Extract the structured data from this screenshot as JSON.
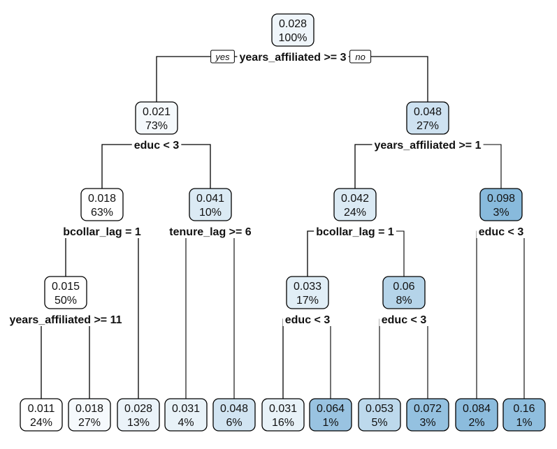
{
  "edge_labels": {
    "yes": "yes",
    "no": "no"
  },
  "nodes": [
    {
      "id": 1,
      "value": "0.028",
      "percent": "100%",
      "shade": 0.1,
      "split": "years_affiliated >= 3"
    },
    {
      "id": 2,
      "value": "0.021",
      "percent": "73%",
      "shade": 0.06,
      "split": "educ < 3"
    },
    {
      "id": 3,
      "value": "0.048",
      "percent": "27%",
      "shade": 0.3,
      "split": "years_affiliated >= 1"
    },
    {
      "id": 4,
      "value": "0.018",
      "percent": "63%",
      "shade": 0.0,
      "split": "bcollar_lag = 1"
    },
    {
      "id": 5,
      "value": "0.041",
      "percent": "10%",
      "shade": 0.22,
      "split": "tenure_lag >= 6"
    },
    {
      "id": 6,
      "value": "0.042",
      "percent": "24%",
      "shade": 0.22,
      "split": "bcollar_lag = 1"
    },
    {
      "id": 7,
      "value": "0.098",
      "percent": "3%",
      "shade": 0.72,
      "split": "educ < 3"
    },
    {
      "id": 8,
      "value": "0.015",
      "percent": "50%",
      "shade": 0.0,
      "split": "years_affiliated >= 11"
    },
    {
      "id": 12,
      "value": "0.033",
      "percent": "17%",
      "shade": 0.18,
      "split": "educ < 3"
    },
    {
      "id": 13,
      "value": "0.06",
      "percent": "8%",
      "shade": 0.45,
      "split": "educ < 3"
    },
    {
      "id": 16,
      "value": "0.011",
      "percent": "24%",
      "shade": 0.0,
      "split": ""
    },
    {
      "id": 17,
      "value": "0.018",
      "percent": "27%",
      "shade": 0.06,
      "split": ""
    },
    {
      "id": 9,
      "value": "0.028",
      "percent": "13%",
      "shade": 0.12,
      "split": ""
    },
    {
      "id": 10,
      "value": "0.031",
      "percent": "4%",
      "shade": 0.14,
      "split": ""
    },
    {
      "id": 11,
      "value": "0.048",
      "percent": "6%",
      "shade": 0.28,
      "split": ""
    },
    {
      "id": 24,
      "value": "0.031",
      "percent": "16%",
      "shade": 0.14,
      "split": ""
    },
    {
      "id": 25,
      "value": "0.064",
      "percent": "1%",
      "shade": 0.62,
      "split": ""
    },
    {
      "id": 26,
      "value": "0.053",
      "percent": "5%",
      "shade": 0.4,
      "split": ""
    },
    {
      "id": 27,
      "value": "0.072",
      "percent": "3%",
      "shade": 0.65,
      "split": ""
    },
    {
      "id": 14,
      "value": "0.084",
      "percent": "2%",
      "shade": 0.7,
      "split": ""
    },
    {
      "id": 15,
      "value": "0.16",
      "percent": "1%",
      "shade": 0.68,
      "split": ""
    }
  ],
  "edges": [
    [
      1,
      2
    ],
    [
      1,
      3
    ],
    [
      2,
      4
    ],
    [
      2,
      5
    ],
    [
      3,
      6
    ],
    [
      3,
      7
    ],
    [
      4,
      8
    ],
    [
      4,
      9
    ],
    [
      8,
      16
    ],
    [
      8,
      17
    ],
    [
      5,
      10
    ],
    [
      5,
      11
    ],
    [
      6,
      12
    ],
    [
      6,
      13
    ],
    [
      12,
      24
    ],
    [
      12,
      25
    ],
    [
      13,
      26
    ],
    [
      13,
      27
    ],
    [
      7,
      14
    ],
    [
      7,
      15
    ]
  ]
}
